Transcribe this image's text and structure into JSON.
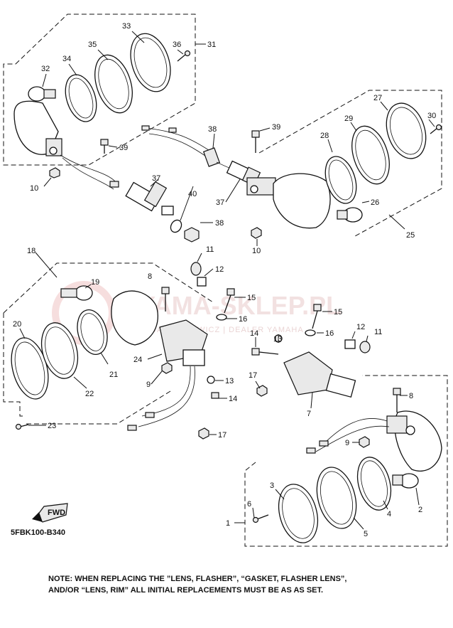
{
  "diagram": {
    "code": "5FBK100-B340",
    "note_line1": "NOTE: WHEN REPLACING THE  ”LENS, FLASHER”, “GASKET, FLASHER LENS”,",
    "note_line2": "AND/OR “LENS, RIM” ALL INITIAL REPLACEMENTS MUST BE AS AS SET.",
    "fwd_label": "FWD",
    "watermark": {
      "main": "YAMA-SKLEP.PL",
      "sub": "WACIECHOWICZ | DEALER YAMAHA"
    },
    "callouts": {
      "c33": "33",
      "c35": "35",
      "c36": "36",
      "c31": "31",
      "c34": "34",
      "c32": "32",
      "c39a": "39",
      "c10a": "10",
      "c27": "27",
      "c30": "30",
      "c29": "29",
      "c28": "28",
      "c39b": "39",
      "c38a": "38",
      "c37a": "37",
      "c40": "40",
      "c37b": "37",
      "c38b": "38",
      "c26": "26",
      "c25": "25",
      "c10b": "10",
      "c18": "18",
      "c11a": "11",
      "c12a": "12",
      "c19": "19",
      "c8a": "8",
      "c15a": "15",
      "c16a": "16",
      "c15b": "15",
      "c20": "20",
      "c12b": "12",
      "c11b": "11",
      "c16b": "16",
      "c14a": "14",
      "c13a": "13",
      "c24": "24",
      "c21": "21",
      "c9a": "9",
      "c22": "22",
      "c13b": "13",
      "c14b": "14",
      "c17a": "17",
      "c8b": "8",
      "c7": "7",
      "c23": "23",
      "c17b": "17",
      "c9b": "9",
      "c3": "3",
      "c6": "6",
      "c4": "4",
      "c2": "2",
      "c1": "1",
      "c5": "5"
    }
  }
}
